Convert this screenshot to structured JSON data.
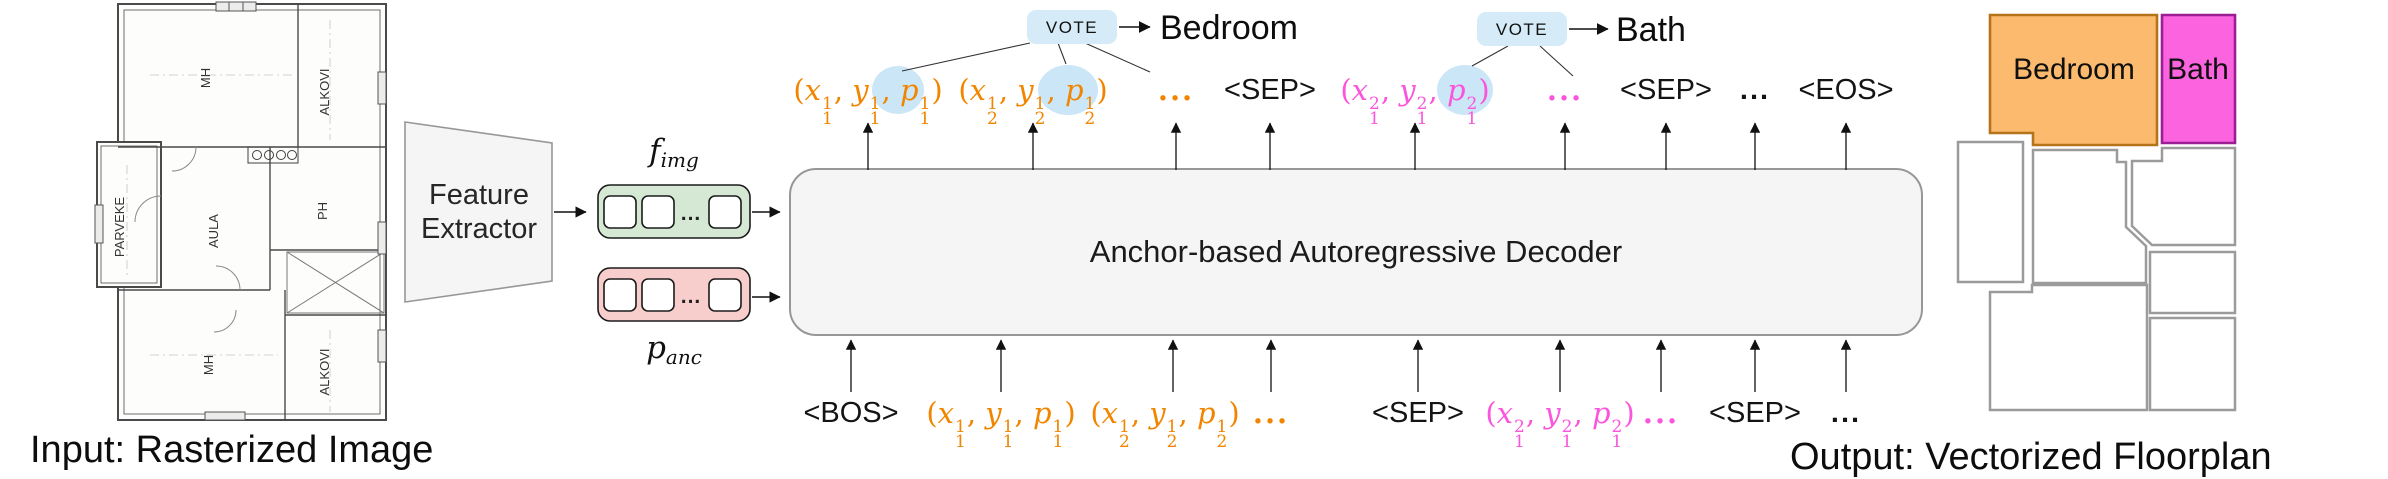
{
  "colors": {
    "room1": "#F28500",
    "room2": "#FA55DC",
    "bedroom-fill": "#FCBA6E",
    "bedroom-stroke": "#B5731A",
    "bath-fill": "#FB63DF",
    "bath-stroke": "#9C1E94",
    "vote-fill": "#D5EBF8",
    "highlight": "#CBE6F6",
    "img-emb-fill": "#D5E8D4",
    "anchor-emb-fill": "#F8CECC",
    "block-fill": "#F5F5F5",
    "block-stroke": "#979797"
  },
  "input_panel": {
    "caption": "Input: Rasterized Image",
    "rooms": [
      "MH",
      "ALKOVI",
      "PARVEKE",
      "AULA",
      "PH",
      "MH",
      "ALKOVI"
    ]
  },
  "feature_extractor": {
    "label": "Feature Extractor"
  },
  "embeddings": {
    "image_label": "f_img",
    "anchor_label": "p_anc",
    "ellipsis": "..."
  },
  "decoder": {
    "label": "Anchor-based Autoregressive Decoder"
  },
  "vote": {
    "label": "VOTE",
    "bedroom": "Bedroom",
    "bath": "Bath"
  },
  "top_tokens": [
    {
      "text": "(x_1^1, y_1^1, p_1^1)",
      "type": "room1"
    },
    {
      "text": "(x_2^1, y_2^1, p_2^1)",
      "type": "room1"
    },
    {
      "text": "...",
      "type": "room1"
    },
    {
      "text": "<SEP>",
      "type": "special"
    },
    {
      "text": "(x_1^2, y_1^2, p_1^2)",
      "type": "room2"
    },
    {
      "text": "...",
      "type": "room2"
    },
    {
      "text": "<SEP>",
      "type": "special"
    },
    {
      "text": "...",
      "type": "special"
    },
    {
      "text": "<EOS>",
      "type": "special"
    }
  ],
  "bottom_tokens": [
    {
      "text": "<BOS>",
      "type": "special"
    },
    {
      "text": "(x_1^1, y_1^1, p_1^1)",
      "type": "room1"
    },
    {
      "text": "(x_2^1, y_2^1, p_2^1)",
      "type": "room1"
    },
    {
      "text": "...",
      "type": "room1"
    },
    {
      "text": "<SEP>",
      "type": "special"
    },
    {
      "text": "(x_1^2, y_1^2, p_1^2)",
      "type": "room2"
    },
    {
      "text": "...",
      "type": "room2"
    },
    {
      "text": "<SEP>",
      "type": "special"
    },
    {
      "text": "...",
      "type": "special"
    }
  ],
  "output_panel": {
    "caption": "Output: Vectorized Floorplan",
    "rooms": [
      {
        "name": "Bedroom"
      },
      {
        "name": "Bath"
      }
    ]
  }
}
